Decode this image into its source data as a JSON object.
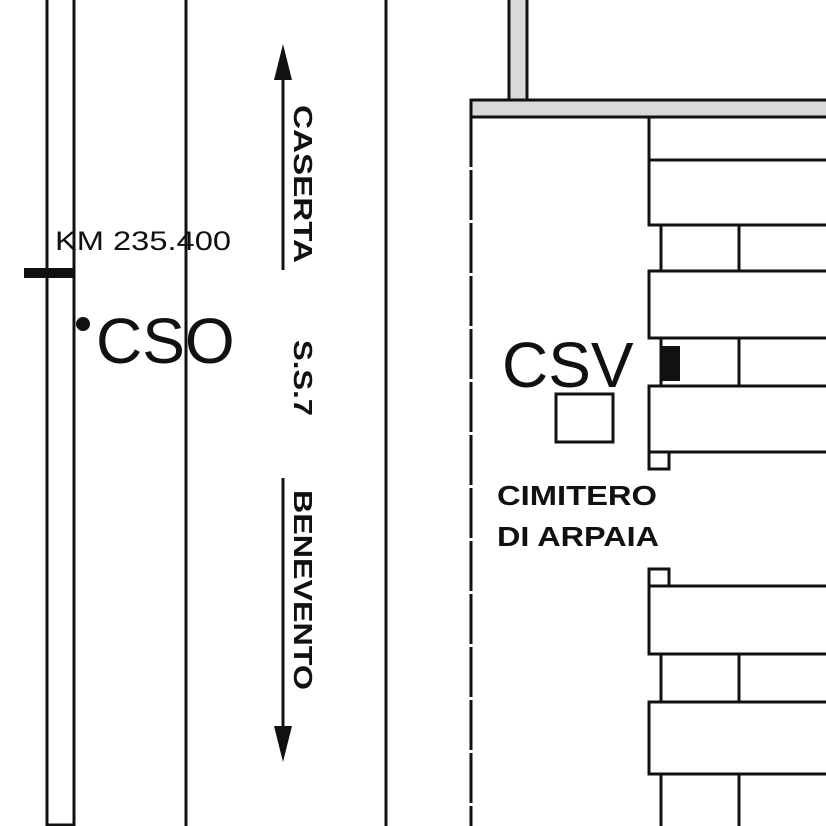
{
  "map": {
    "labels": {
      "km_marker": "KM 235.400",
      "cso": "CSO",
      "csv": "CSV",
      "road_name": "S.S.7",
      "direction_north": "CASERTA",
      "direction_south": "BENEVENTO",
      "cemetery_line1": "CIMITERO",
      "cemetery_line2": "DI ARPAIA"
    },
    "colors": {
      "line": "#111111",
      "road_fill": "#d9d9d9",
      "background": "#ffffff"
    }
  }
}
